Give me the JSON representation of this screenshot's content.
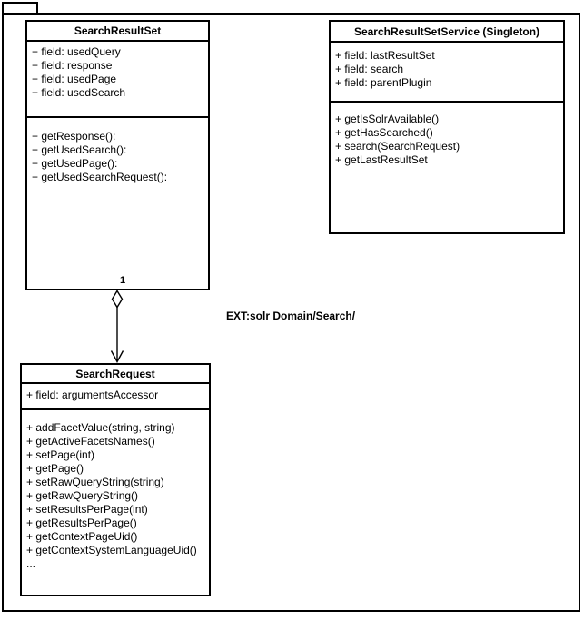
{
  "diagram": {
    "annotation_label": "EXT:solr Domain/Search/",
    "relation": {
      "type": "aggregation",
      "from": "SearchResultSet",
      "to": "SearchRequest",
      "multiplicity_label": "1"
    },
    "colors": {
      "line": "#000000",
      "background": "#ffffff",
      "text": "#000000"
    },
    "classes": [
      {
        "title": "SearchResultSet",
        "fields": [
          "+ field: usedQuery",
          "+ field: response",
          "+ field: usedPage",
          "+ field: usedSearch"
        ],
        "methods": [
          "+ getResponse():",
          "+ getUsedSearch():",
          "+ getUsedPage():",
          "+ getUsedSearchRequest():"
        ]
      },
      {
        "title": "SearchResultSetService (Singleton)",
        "fields": [
          "+ field: lastResultSet",
          "+ field: search",
          "+ field: parentPlugin"
        ],
        "methods": [
          "+ getIsSolrAvailable()",
          "+ getHasSearched()",
          "+ search(SearchRequest)",
          "+ getLastResultSet"
        ]
      },
      {
        "title": "SearchRequest",
        "fields": [
          "+ field: argumentsAccessor"
        ],
        "methods": [
          "+ addFacetValue(string, string)",
          "+ getActiveFacetsNames()",
          "+ setPage(int)",
          "+ getPage()",
          "+ setRawQueryString(string)",
          "+ getRawQueryString()",
          "+ setResultsPerPage(int)",
          "+ getResultsPerPage()",
          "+ getContextPageUid()",
          "+ getContextSystemLanguageUid()",
          "..."
        ]
      }
    ]
  }
}
